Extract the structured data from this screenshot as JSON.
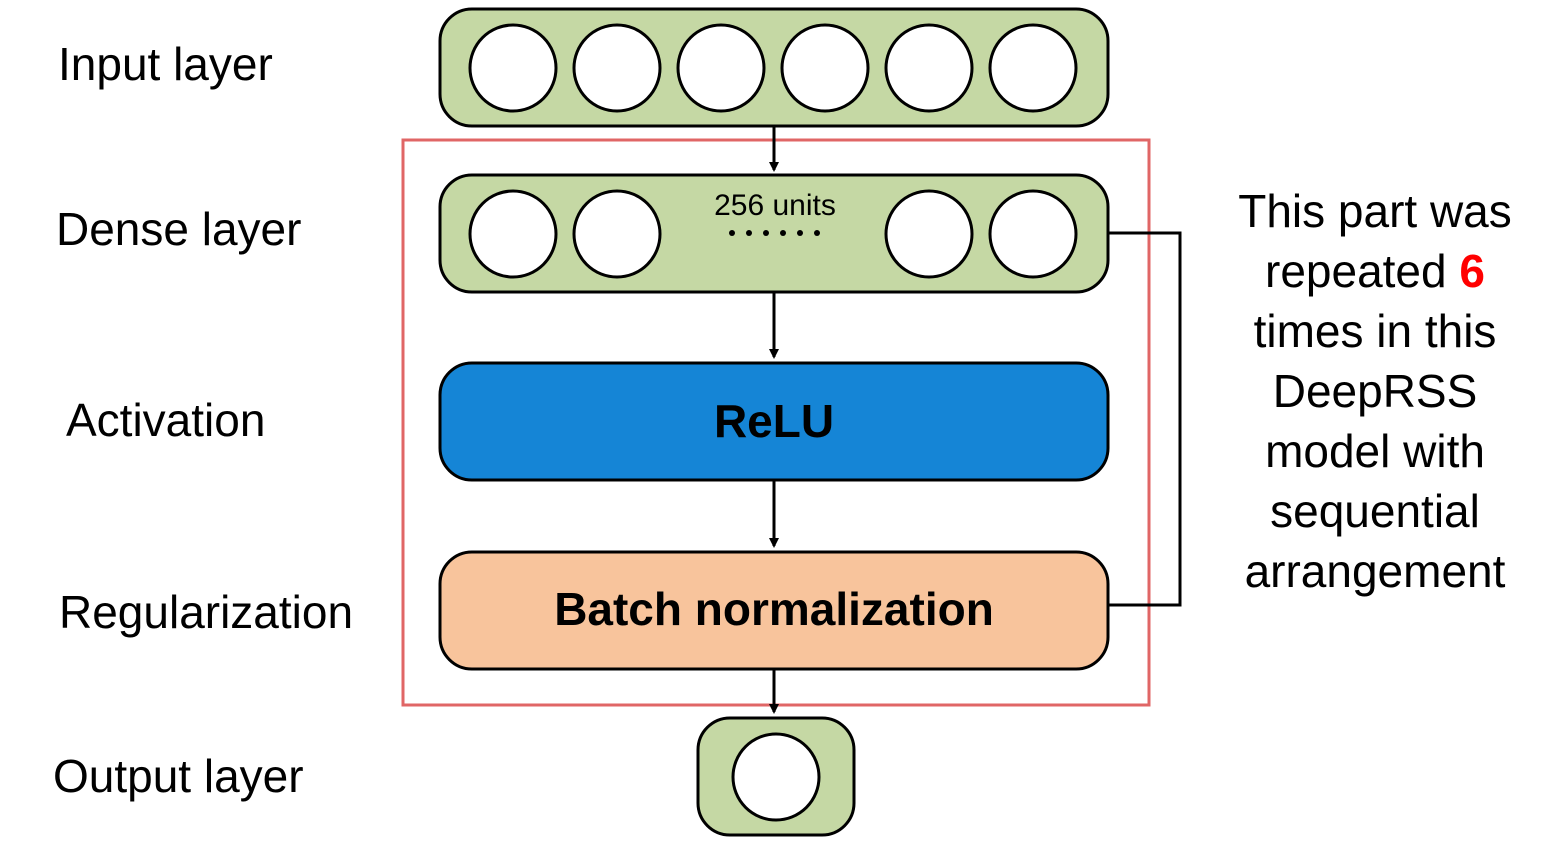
{
  "labels": {
    "input": "Input layer",
    "dense": "Dense layer",
    "activation": "Activation",
    "regularization": "Regularization",
    "output": "Output layer"
  },
  "dense": {
    "units_text": "256 units"
  },
  "activation_box": {
    "text": "ReLU",
    "fill": "#1585d6"
  },
  "norm_box": {
    "text": "Batch normalization",
    "fill": "#f8c49c"
  },
  "layer_fill": "#c5d8a4",
  "group_border": "#e06666",
  "note": {
    "line1": "This part was",
    "line2_pre": "repeated ",
    "line2_num": "6",
    "line3": "times in this",
    "line4": "DeepRSS",
    "line5": "model with",
    "line6": "sequential",
    "line7": "arrangement",
    "num_color": "#ff0000"
  }
}
